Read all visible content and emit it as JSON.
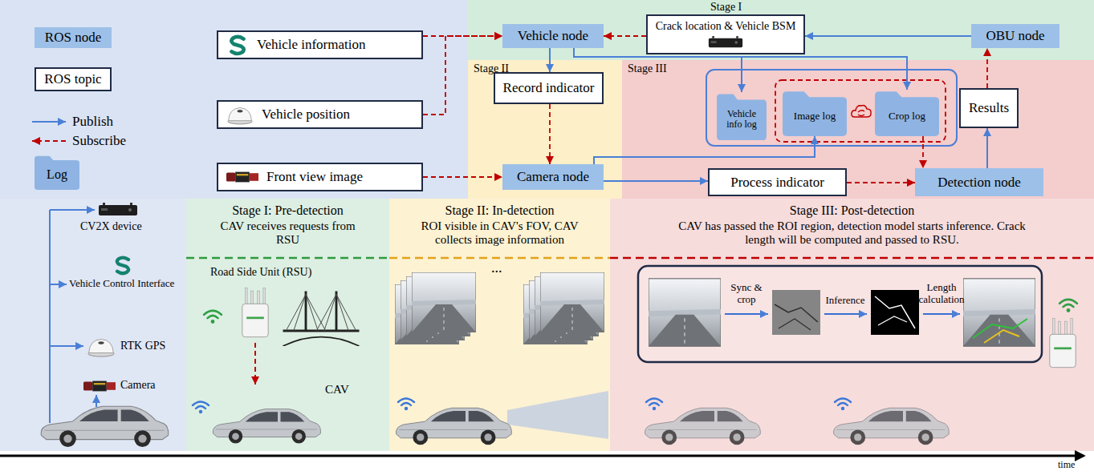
{
  "diagram": {
    "nodes": [
      {
        "text": [
          "Vehicle information"
        ]
      },
      {
        "text": [
          "Vehicle position"
        ]
      },
      {
        "text": [
          "Front view image"
        ]
      },
      {
        "text": [
          "Stage I"
        ]
      },
      {
        "text": [
          "Vehicle node"
        ],
        "in": 3
      },
      {
        "text": [
          "Crack location & Vehicle BSM"
        ],
        "in": 3
      },
      {
        "text": [
          "OBU node"
        ],
        "in": 3
      },
      {
        "text": [
          "Stage II"
        ]
      },
      {
        "text": [
          "Record indicator"
        ],
        "in": 7
      },
      {
        "text": [
          "Camera node"
        ],
        "in": 7
      },
      {
        "text": [
          "Stage III"
        ]
      },
      {
        "text": [
          "Vehicle info log"
        ],
        "in": 10
      },
      {
        "text": [
          "Image log"
        ],
        "in": 10
      },
      {
        "text": [
          "Crop log"
        ],
        "in": 10
      },
      {
        "text": [
          "Results"
        ],
        "in": 10
      },
      {
        "text": [
          "Process indicator"
        ],
        "in": 10
      },
      {
        "text": [
          "Detection node"
        ],
        "in": 10
      },
      {
        "text": [
          "Stage I: Pre-detection",
          "CAV receives requests from RSU"
        ]
      },
      {
        "text": [
          "Stage II: In-detection",
          "ROI visible in CAV's FOV, CAV collects image information"
        ]
      },
      {
        "text": [
          "Stage III: Post-detection",
          "CAV has passed the ROI region, detection model starts inference. Crack length will be computed and passed to RSU."
        ]
      }
    ],
    "edges": [
      {
        "from": 0,
        "to": 4,
        "arrow": "to"
      },
      {
        "from": 1,
        "to": 4,
        "arrow": "to"
      },
      {
        "from": 5,
        "to": 4,
        "arrow": "to"
      },
      {
        "from": 6,
        "to": 5,
        "arrow": "to"
      },
      {
        "from": 4,
        "to": 8,
        "arrow": "to"
      },
      {
        "from": 8,
        "to": 9,
        "arrow": "to"
      },
      {
        "from": 2,
        "to": 9,
        "arrow": "to"
      },
      {
        "from": 9,
        "to": 15,
        "arrow": "to"
      },
      {
        "from": 15,
        "to": 16,
        "arrow": "to"
      },
      {
        "from": 16,
        "to": 14,
        "arrow": "to"
      },
      {
        "from": 14,
        "to": 6,
        "arrow": "to"
      },
      {
        "from": 4,
        "to": 11,
        "arrow": "to"
      },
      {
        "from": 4,
        "to": 13,
        "arrow": "to"
      },
      {
        "from": 9,
        "to": 12,
        "arrow": "to"
      },
      {
        "from": 13,
        "to": 16,
        "arrow": "to"
      }
    ],
    "labels": [
      "CV2X device",
      "Vehicle Control Interface",
      "RTK GPS",
      "Camera",
      "Road Side Unit (RSU)",
      "CAV",
      "...",
      "Sync & crop",
      "Inference",
      "Length calculation",
      "time"
    ],
    "legend": [
      {
        "text": "ROS node",
        "color": "#9dc0e8"
      },
      {
        "text": "ROS topic"
      },
      {
        "text": "Publish"
      },
      {
        "text": "Subscribe"
      },
      {
        "text": "Log"
      }
    ]
  }
}
